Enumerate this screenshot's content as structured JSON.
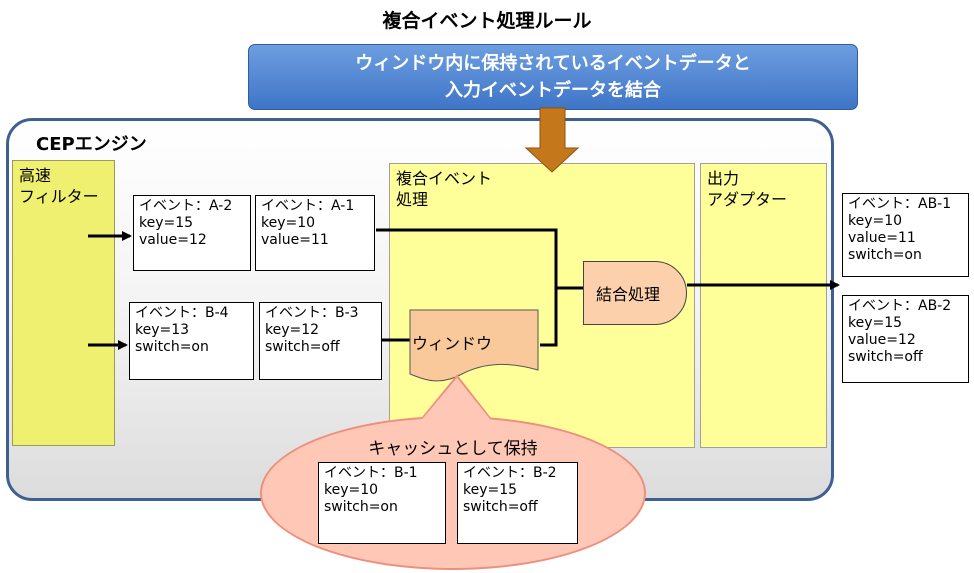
{
  "title": "複合イベント処理ルール",
  "rule": {
    "line1": "ウィンドウ内に保持されているイベントデータと",
    "line2": "入力イベントデータを結合"
  },
  "engine_label": "CEPエンジン",
  "zones": {
    "filter": "高速\nフィルター",
    "composite": "複合イベント\n処理",
    "adapter": "出力\nアダプター"
  },
  "window_label": "ウィンドウ",
  "join_label": "結合処理",
  "cache_label": "キャッシュとして保持",
  "events": {
    "a2": {
      "title": "イベント：A-2",
      "l1": "key=15",
      "l2": "value=12"
    },
    "a1": {
      "title": "イベント：A-1",
      "l1": "key=10",
      "l2": "value=11"
    },
    "b4": {
      "title": "イベント：B-4",
      "l1": "key=13",
      "l2": "switch=on"
    },
    "b3": {
      "title": "イベント：B-3",
      "l1": "key=12",
      "l2": "switch=off"
    },
    "b1": {
      "title": "イベント：B-1",
      "l1": "key=10",
      "l2": "switch=on"
    },
    "b2": {
      "title": "イベント：B-2",
      "l1": "key=15",
      "l2": "switch=off"
    },
    "ab1": {
      "title": "イベント：AB-1",
      "l1": "key=10",
      "l2": "value=11",
      "l3": "switch=on"
    },
    "ab2": {
      "title": "イベント：AB-2",
      "l1": "key=15",
      "l2": "value=12",
      "l3": "switch=off"
    }
  },
  "colors": {
    "rule_box": "#4a7fcf",
    "filter": "#f0f070",
    "zone": "#ffff99",
    "join": "#fbd0ab",
    "window": "#f9c99b",
    "cache": "#ffc8b6",
    "arrow_down": "#c5781b",
    "engine_border": "#3f5f8f"
  }
}
